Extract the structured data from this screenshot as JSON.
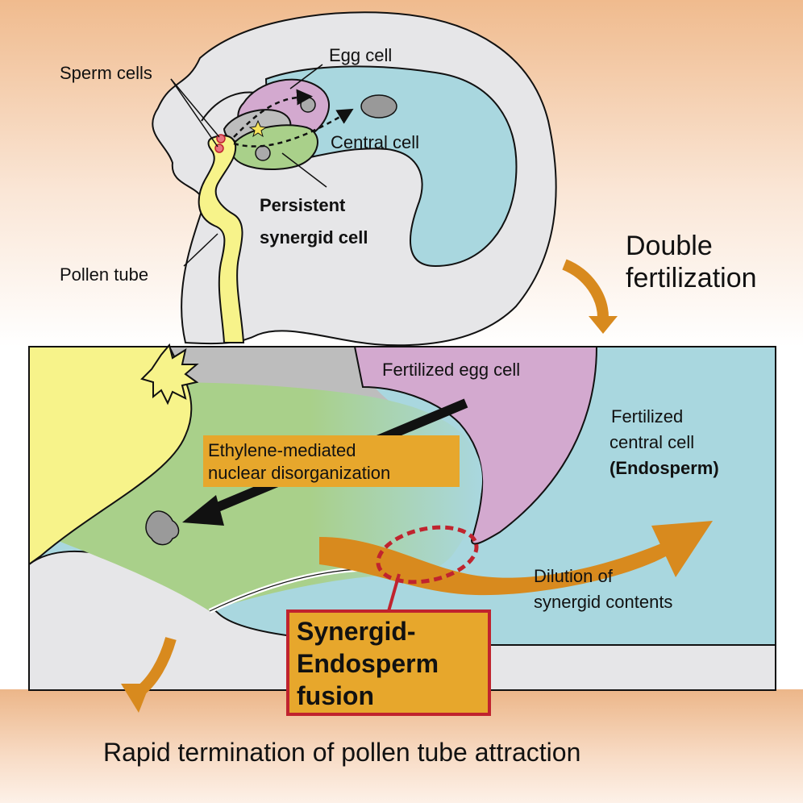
{
  "labels": {
    "egg_cell": "Egg cell",
    "sperm_cells": "Sperm cells",
    "central_cell": "Central cell",
    "persistent_synergid": [
      "Persistent",
      "synergid cell"
    ],
    "pollen_tube": "Pollen tube",
    "double_fertilization": [
      "Double",
      "fertilization"
    ],
    "fertilized_egg_cell": "Fertilized egg cell",
    "fertilized_central_cell": [
      "Fertilized",
      "central cell"
    ],
    "endosperm": "(Endosperm)",
    "ethylene": [
      "Ethylene-mediated",
      "nuclear disorganization"
    ],
    "dilution": [
      "Dilution of",
      "synergid contents"
    ],
    "fusion": [
      "Synergid-",
      "Endosperm",
      "fusion"
    ],
    "termination": "Rapid termination of pollen tube attraction"
  },
  "colors": {
    "ovule_grey": "#e6e6e8",
    "egg_purple": "#d3a9cf",
    "central_blue": "#a9d7df",
    "synergid_green": "#a9d08a",
    "pollen_yellow": "#f7f38a",
    "arrow_orange": "#d88a1e",
    "highlight_box": "#e7a72c",
    "fusion_border": "#c0232e",
    "peach": "#f3c9a5"
  }
}
